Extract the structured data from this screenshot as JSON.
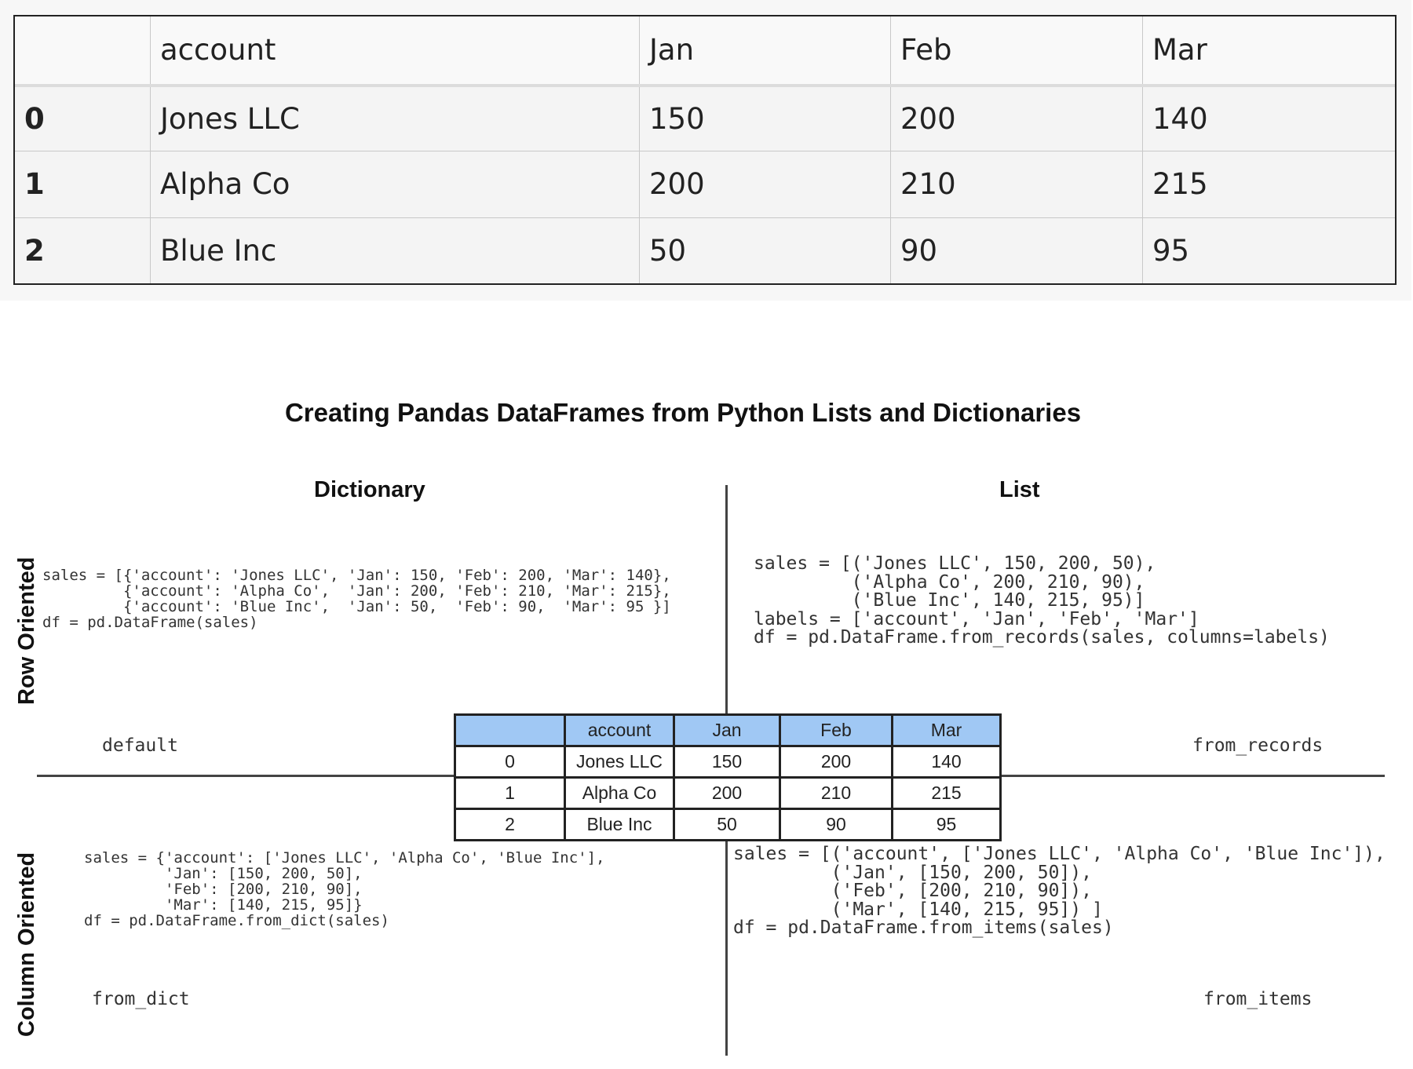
{
  "top_table": {
    "columns": [
      "",
      "account",
      "Jan",
      "Feb",
      "Mar"
    ],
    "rows": [
      [
        "0",
        "Jones LLC",
        "150",
        "200",
        "140"
      ],
      [
        "1",
        "Alpha Co",
        "200",
        "210",
        "215"
      ],
      [
        "2",
        "Blue Inc",
        "50",
        "90",
        "95"
      ]
    ]
  },
  "diagram": {
    "title": "Creating Pandas DataFrames from Python Lists and Dictionaries",
    "column_headers": {
      "dictionary": "Dictionary",
      "list": "List"
    },
    "row_headers": {
      "row_oriented": "Row Oriented",
      "column_oriented": "Column Oriented"
    },
    "methods": {
      "default": "default",
      "from_records": "from_records",
      "from_dict": "from_dict",
      "from_items": "from_items"
    },
    "code": {
      "row_dict": "sales = [{'account': 'Jones LLC', 'Jan': 150, 'Feb': 200, 'Mar': 140},\n         {'account': 'Alpha Co',  'Jan': 200, 'Feb': 210, 'Mar': 215},\n         {'account': 'Blue Inc',  'Jan': 50,  'Feb': 90,  'Mar': 95 }]\ndf = pd.DataFrame(sales)",
      "row_list": "sales = [('Jones LLC', 150, 200, 50),\n         ('Alpha Co', 200, 210, 90),\n         ('Blue Inc', 140, 215, 95)]\nlabels = ['account', 'Jan', 'Feb', 'Mar']\ndf = pd.DataFrame.from_records(sales, columns=labels)",
      "col_dict": "sales = {'account': ['Jones LLC', 'Alpha Co', 'Blue Inc'],\n         'Jan': [150, 200, 50],\n         'Feb': [200, 210, 90],\n         'Mar': [140, 215, 95]}\ndf = pd.DataFrame.from_dict(sales)",
      "col_list": "sales = [('account', ['Jones LLC', 'Alpha Co', 'Blue Inc']),\n         ('Jan', [150, 200, 50]),\n         ('Feb', [200, 210, 90]),\n         ('Mar', [140, 215, 95]) ]\ndf = pd.DataFrame.from_items(sales)"
    },
    "center_table": {
      "columns": [
        "",
        "account",
        "Jan",
        "Feb",
        "Mar"
      ],
      "rows": [
        [
          "0",
          "Jones LLC",
          "150",
          "200",
          "140"
        ],
        [
          "1",
          "Alpha Co",
          "200",
          "210",
          "215"
        ],
        [
          "2",
          "Blue Inc",
          "50",
          "90",
          "95"
        ]
      ],
      "header_color": "#a0c8f4"
    }
  }
}
